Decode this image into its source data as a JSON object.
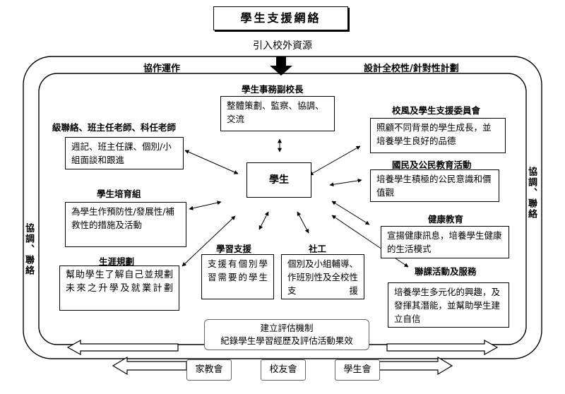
{
  "title": "學生支援網絡",
  "subtitle": "引入校外資源",
  "top_left_label": "協作運作",
  "top_right_label": "設計全校性/針對性計劃",
  "side_left_label": "協調、聯絡",
  "side_right_label": "協調、聯絡",
  "center": "學生",
  "nodes": {
    "vice_principal": {
      "title": "學生事務副校長",
      "text": "整體策劃、監察、協調、交流"
    },
    "teachers": {
      "title": "級聯絡、班主任老師、科任老師",
      "text": "週記、班主任課、個別/小組面談和跟進"
    },
    "guidance": {
      "title": "學生培育組",
      "text": "為學生作預防性/發展性/補救性的措施及活動"
    },
    "career": {
      "title": "生涯規劃",
      "text": "幫助學生了解自己並規劃未來之升學及就業計劃"
    },
    "learning": {
      "title": "學習支援",
      "text": "支援有個別學習需要的學生"
    },
    "social": {
      "title": "社工",
      "text": "個別及小組輔導、作班別性及全校性支援"
    },
    "committee": {
      "title": "校風及學生支援委員會",
      "text": "照顧不同背景的學生成長，並培養學生良好的品德"
    },
    "civic": {
      "title": "國民及公民教育活動",
      "text": "培養學生積極的公民意識和價值觀"
    },
    "health": {
      "title": "健康教育",
      "text": "宣揚健康訊息，培養學生健康的生活模式"
    },
    "ecа": {
      "title": "聯課活動及服務",
      "text": "培養學生多元化的興趣，及發揮其潛能，並幫助學生建立自信"
    }
  },
  "evaluation": {
    "line1": "建立評估機制",
    "line2": "紀錄學生學習經歷及評估活動果效"
  },
  "bottom": [
    "家教會",
    "校友會",
    "學生會"
  ]
}
